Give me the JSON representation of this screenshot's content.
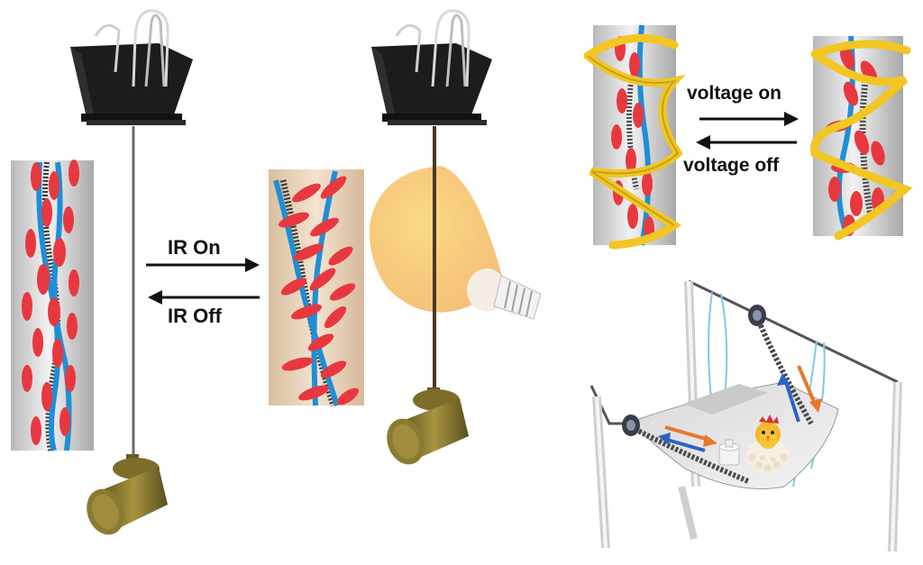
{
  "labels": {
    "ir_on": "IR On",
    "ir_off": "IR Off",
    "voltage_on": "voltage on",
    "voltage_off": "voltage off"
  },
  "colors": {
    "fiber_blue": "#1e8fd6",
    "ellipse_red": "#e8383f",
    "helix_yellow": "#f2c623",
    "weight_bronze": "#8c7a2e",
    "clip_black": "#1a1a1a",
    "ir_cone": "#f6c64f",
    "arrow_orange": "#e8782a",
    "arrow_blue": "#2b62c8"
  },
  "icons": [
    "binder-clip-icon",
    "weight-icon",
    "ir-lamp-icon",
    "chick-toy-icon",
    "small-weight-icon"
  ]
}
